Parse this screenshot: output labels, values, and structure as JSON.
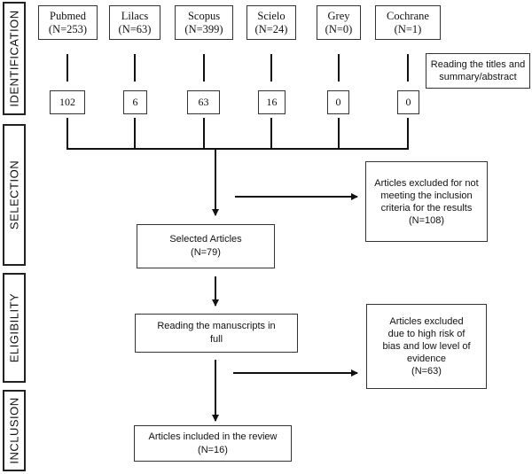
{
  "phases": [
    {
      "id": "identification",
      "label": "IDENTIFICATION"
    },
    {
      "id": "selection",
      "label": "SELECTION"
    },
    {
      "id": "eligibility",
      "label": "ELIGIBILITY"
    },
    {
      "id": "inclusion",
      "label": "INCLUSION"
    }
  ],
  "databases": [
    {
      "name": "Pubmed",
      "n": "(N=253)",
      "kept": "102"
    },
    {
      "name": "Lilacs",
      "n": "(N=63)",
      "kept": "6"
    },
    {
      "name": "Scopus",
      "n": "(N=399)",
      "kept": "63"
    },
    {
      "name": "Scielo",
      "n": "(N=24)",
      "kept": "16"
    },
    {
      "name": "Grey",
      "n": "(N=0)",
      "kept": "0"
    },
    {
      "name": "Cochrane",
      "n": "(N=1)",
      "kept": "0"
    }
  ],
  "screening_note": {
    "line1": "Reading the titles and",
    "line2": "summary/abstract"
  },
  "selected": {
    "line1": "Selected Articles",
    "line2": "(N=79)"
  },
  "excluded_inclusion": {
    "line1": "Articles excluded for not",
    "line2": "meeting the inclusion",
    "line3": "criteria for the results",
    "line4": "(N=108)"
  },
  "reading_full": {
    "line1": "Reading the manuscripts in",
    "line2": "full"
  },
  "excluded_bias": {
    "line1": "Articles excluded",
    "line2": "due to high risk of",
    "line3": "bias and low level of",
    "line4": "evidence",
    "line5": "(N=63)"
  },
  "included": {
    "line1": "Articles included in the review",
    "line2": "(N=16)"
  }
}
